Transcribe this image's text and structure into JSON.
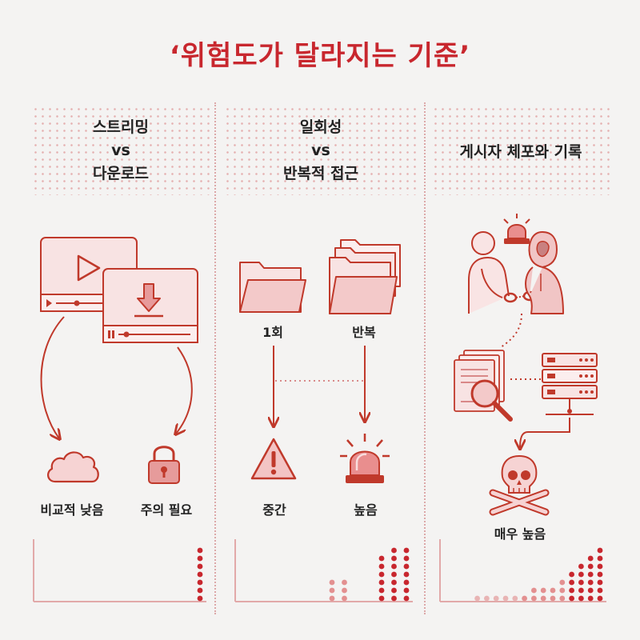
{
  "title": "‘위험도가 달라지는 기준’",
  "columns": [
    {
      "heading": [
        "스트리밍",
        "vs",
        "다운로드"
      ],
      "labels": {
        "left": "비교적 낮음",
        "right": "주의 필요"
      }
    },
    {
      "heading": [
        "일회성",
        "vs",
        "반복적 접근"
      ],
      "labels": {
        "folder_one": "1회",
        "folder_many": "반복",
        "left": "중간",
        "right": "높음"
      }
    },
    {
      "heading": [
        "게시자 체포와 기록"
      ],
      "labels": {
        "result": "매우 높음"
      }
    }
  ],
  "icons": {
    "col1": [
      "play-video-icon",
      "download-video-icon",
      "cloud-icon",
      "padlock-icon"
    ],
    "col2": [
      "folder-icon",
      "folders-stack-icon",
      "warning-triangle-icon",
      "siren-icon"
    ],
    "col3": [
      "arrest-handcuffs-icon",
      "siren-icon",
      "document-magnifier-icon",
      "server-rack-icon",
      "skull-crossbones-icon"
    ]
  },
  "colors": {
    "accent": "#c8272e",
    "line": "#c0392b",
    "fill_light": "#f6d3d3",
    "dot_light": "#e8b4b4",
    "background": "#f4f3f2"
  },
  "chart_data": [
    {
      "type": "bar",
      "values": [
        0,
        0,
        0,
        0,
        0,
        0,
        0,
        0,
        0,
        0,
        7
      ],
      "ylim": [
        0,
        7
      ]
    },
    {
      "type": "bar",
      "values": [
        0,
        0,
        0,
        0,
        0,
        0,
        3,
        3,
        0,
        0,
        6,
        7,
        7
      ],
      "ylim": [
        0,
        7
      ]
    },
    {
      "type": "bar",
      "values": [
        0,
        0,
        0,
        1,
        1,
        1,
        1,
        1,
        1,
        2,
        2,
        2,
        3,
        4,
        5,
        6,
        7
      ],
      "ylim": [
        0,
        7
      ]
    }
  ]
}
